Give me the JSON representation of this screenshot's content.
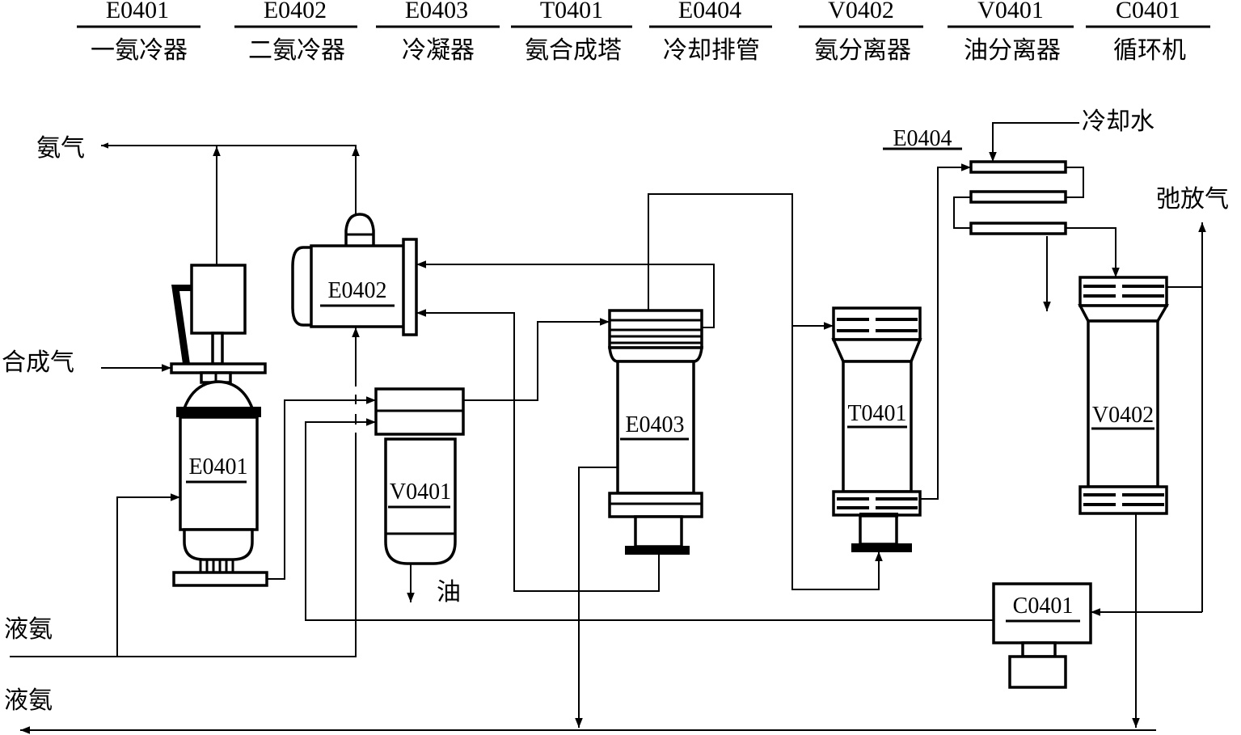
{
  "legend": [
    {
      "code": "E0401",
      "name": "一氨冷器"
    },
    {
      "code": "E0402",
      "name": "二氨冷器"
    },
    {
      "code": "E0403",
      "name": "冷凝器"
    },
    {
      "code": "T0401",
      "name": "氨合成塔"
    },
    {
      "code": "E0404",
      "name": "冷却排管"
    },
    {
      "code": "V0402",
      "name": "氨分离器"
    },
    {
      "code": "V0401",
      "name": "油分离器"
    },
    {
      "code": "C0401",
      "name": "循环机"
    }
  ],
  "streams": {
    "ammonia_gas": "氨气",
    "syngas": "合成气",
    "liquid_ammonia_in": "液氨",
    "liquid_ammonia_out": "液氨",
    "oil": "油",
    "cooling_water": "冷却水",
    "purge_gas": "弛放气"
  },
  "equipment": {
    "e0401": "E0401",
    "e0402": "E0402",
    "e0403": "E0403",
    "t0401": "T0401",
    "e0404": "E0404",
    "v0402": "V0402",
    "v0401": "V0401",
    "c0401": "C0401"
  }
}
